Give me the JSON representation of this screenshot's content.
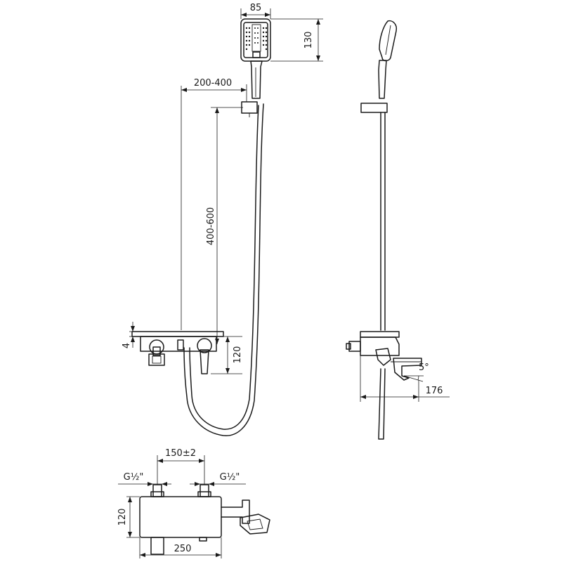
{
  "dimensions": {
    "head_width": "85",
    "head_height": "130",
    "holder_offset": "200-400",
    "rail_height": "400-600",
    "wall_plate": "4",
    "mixer_height": "120",
    "spout_angle": "5°",
    "projection": "176",
    "inlet_spacing": "150±2",
    "inlet_thread_left": "G½\"",
    "inlet_thread_right": "G½\"",
    "body_depth": "120",
    "body_width": "250"
  },
  "colors": {
    "line": "#1a1a1a",
    "background": "#ffffff"
  }
}
